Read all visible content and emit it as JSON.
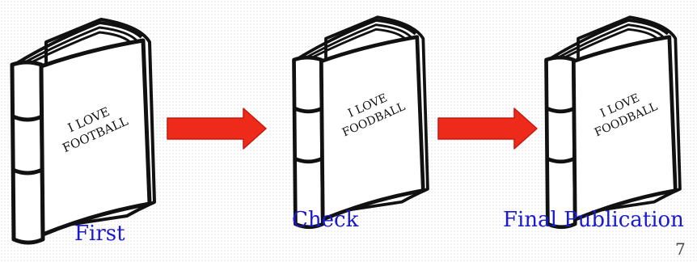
{
  "steps": [
    {
      "caption": "First",
      "cover_line1": "I LOVE",
      "cover_line2": "FOOTBALL"
    },
    {
      "caption": "Check",
      "cover_line1": "I LOVE",
      "cover_line2": "FOODBALL"
    },
    {
      "caption": "Final Publication",
      "cover_line1": "I LOVE",
      "cover_line2": "FOODBALL"
    }
  ],
  "page_number": "7",
  "colors": {
    "caption": "#1a1acc",
    "arrow": "#ee2a1a",
    "outline": "#111111",
    "page_number": "#444444"
  },
  "icons": {
    "book": "book-icon",
    "arrow": "right-arrow-icon"
  }
}
